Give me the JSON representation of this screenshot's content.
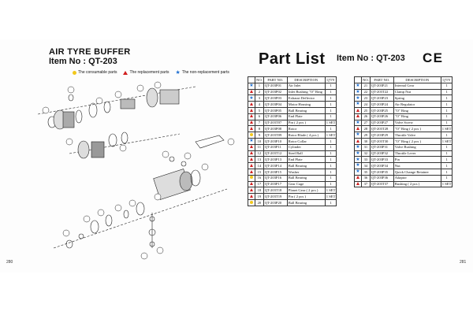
{
  "header": {
    "title": "AIR  TYRE BUFFER",
    "item_no": "Item No : QT-203",
    "part_list_title": "Part List",
    "item_no_right": "Item No : QT-203",
    "ce": "CE"
  },
  "legend": [
    {
      "mark": "dot",
      "label": "The consumable parts"
    },
    {
      "mark": "tri",
      "label": "The replacement parts"
    },
    {
      "mark": "star",
      "label": "The non-replacement parts"
    }
  ],
  "colors": {
    "consumable": "#f2c81c",
    "replacement": "#d11f1f",
    "non_replacement": "#1f6fd1"
  },
  "table": {
    "headers": [
      "",
      "NO.",
      "PART NO.",
      "DESCRIPTION",
      "Q'TY"
    ],
    "left_rows": [
      {
        "mark": "star",
        "no": "1",
        "part": "QT-203P01",
        "desc": "Air Inlet",
        "qty": "1"
      },
      {
        "mark": "tri",
        "no": "2",
        "part": "QT-203P02",
        "desc": "Inlet Bushing \"O\" Ring",
        "qty": "1"
      },
      {
        "mark": "star",
        "no": "3",
        "part": "QT-203P03",
        "desc": "Exhaust Deflector",
        "qty": "1"
      },
      {
        "mark": "tri",
        "no": "4",
        "part": "QT-203P04",
        "desc": "Motor Housing",
        "qty": "1"
      },
      {
        "mark": "tri",
        "no": "5",
        "part": "QT-203P05",
        "desc": "Ball Bearing",
        "qty": "1"
      },
      {
        "mark": "tri",
        "no": "6",
        "part": "QT-203P06",
        "desc": "End Plate",
        "qty": "1"
      },
      {
        "mark": "tri",
        "no": "7",
        "part": "QT-203T07",
        "desc": "Pin ( 2 pcs )",
        "qty": "1 SET"
      },
      {
        "mark": "tri",
        "no": "8",
        "part": "QT-203P08",
        "desc": "Rotor",
        "qty": "1"
      },
      {
        "mark": "dot",
        "no": "9",
        "part": "QT-203T09",
        "desc": "Rotor Blade ( 4 pcs )",
        "qty": "1 SET"
      },
      {
        "mark": "star",
        "no": "10",
        "part": "QT-203P10",
        "desc": "Rotor Collar",
        "qty": "1"
      },
      {
        "mark": "tri",
        "no": "11",
        "part": "QT-203P11",
        "desc": "Cylinder",
        "qty": "1"
      },
      {
        "mark": "tri",
        "no": "12",
        "part": "QT-203T12",
        "desc": "Steel Ball",
        "qty": "1"
      },
      {
        "mark": "tri",
        "no": "13",
        "part": "QT-203P13",
        "desc": "End Plate",
        "qty": "1"
      },
      {
        "mark": "tri",
        "no": "14",
        "part": "QT-203P14",
        "desc": "Ball Bearing",
        "qty": "1"
      },
      {
        "mark": "tri",
        "no": "15",
        "part": "QT-203P15",
        "desc": "Washer",
        "qty": "1"
      },
      {
        "mark": "dot",
        "no": "16",
        "part": "QT-203P16",
        "desc": "Ball Bearing",
        "qty": "1"
      },
      {
        "mark": "tri",
        "no": "17",
        "part": "QT-203P17",
        "desc": "Gear Cage",
        "qty": "1"
      },
      {
        "mark": "tri",
        "no": "18",
        "part": "QT-203T18",
        "desc": "Planet Gear ( 2 pcs )",
        "qty": "1 SET"
      },
      {
        "mark": "tri",
        "no": "19",
        "part": "QT-203T19",
        "desc": "Pin ( 2 pcs )",
        "qty": "1 SET"
      },
      {
        "mark": "dot",
        "no": "20",
        "part": "QT-203P20",
        "desc": "Ball Bearing",
        "qty": "1"
      }
    ],
    "right_rows": [
      {
        "mark": "star",
        "no": "21",
        "part": "QT-203P21",
        "desc": "Internal Gear",
        "qty": "1"
      },
      {
        "mark": "star",
        "no": "22",
        "part": "QT-203T22",
        "desc": "Clamp Nut",
        "qty": "1"
      },
      {
        "mark": "star",
        "no": "23",
        "part": "QT-203P23",
        "desc": "Spring",
        "qty": "1"
      },
      {
        "mark": "star",
        "no": "24",
        "part": "QT-203P24",
        "desc": "Air Regulator",
        "qty": "1"
      },
      {
        "mark": "tri",
        "no": "25",
        "part": "QT-203P25",
        "desc": "\"O\" Ring",
        "qty": "1"
      },
      {
        "mark": "tri",
        "no": "26",
        "part": "QT-203P26",
        "desc": "\"O\" Ring",
        "qty": "1"
      },
      {
        "mark": "star",
        "no": "27",
        "part": "QT-203P27",
        "desc": "Valve Screw",
        "qty": "1"
      },
      {
        "mark": "tri",
        "no": "28",
        "part": "QT-203T28",
        "desc": "\"O\" Ring ( 2 pcs )",
        "qty": "1 SET"
      },
      {
        "mark": "star",
        "no": "29",
        "part": "QT-203P29",
        "desc": "Throttle Valve",
        "qty": "1"
      },
      {
        "mark": "tri",
        "no": "30",
        "part": "QT-203T30",
        "desc": "\"O\" Ring ( 2 pcs )",
        "qty": "1 SET"
      },
      {
        "mark": "star",
        "no": "31",
        "part": "QT-203P31",
        "desc": "Valve Bushing",
        "qty": "1"
      },
      {
        "mark": "star",
        "no": "32",
        "part": "QT-203P32",
        "desc": "Throttle Lever",
        "qty": "1"
      },
      {
        "mark": "star",
        "no": "33",
        "part": "QT-203P33",
        "desc": "Pin",
        "qty": "1"
      },
      {
        "mark": "star",
        "no": "34",
        "part": "QT-203P34",
        "desc": "Nut",
        "qty": "1"
      },
      {
        "mark": "star",
        "no": "35",
        "part": "QT-203P35",
        "desc": "Quick Change Retainer",
        "qty": "1"
      },
      {
        "mark": "tri",
        "no": "36",
        "part": "QT-203P36",
        "desc": "Adaptor",
        "qty": "1"
      },
      {
        "mark": "tri",
        "no": "37",
        "part": "QT-203T37",
        "desc": "Bushing ( 2 pcs )",
        "qty": "1 SET"
      }
    ]
  },
  "pages": {
    "left": "280",
    "right": "281"
  }
}
